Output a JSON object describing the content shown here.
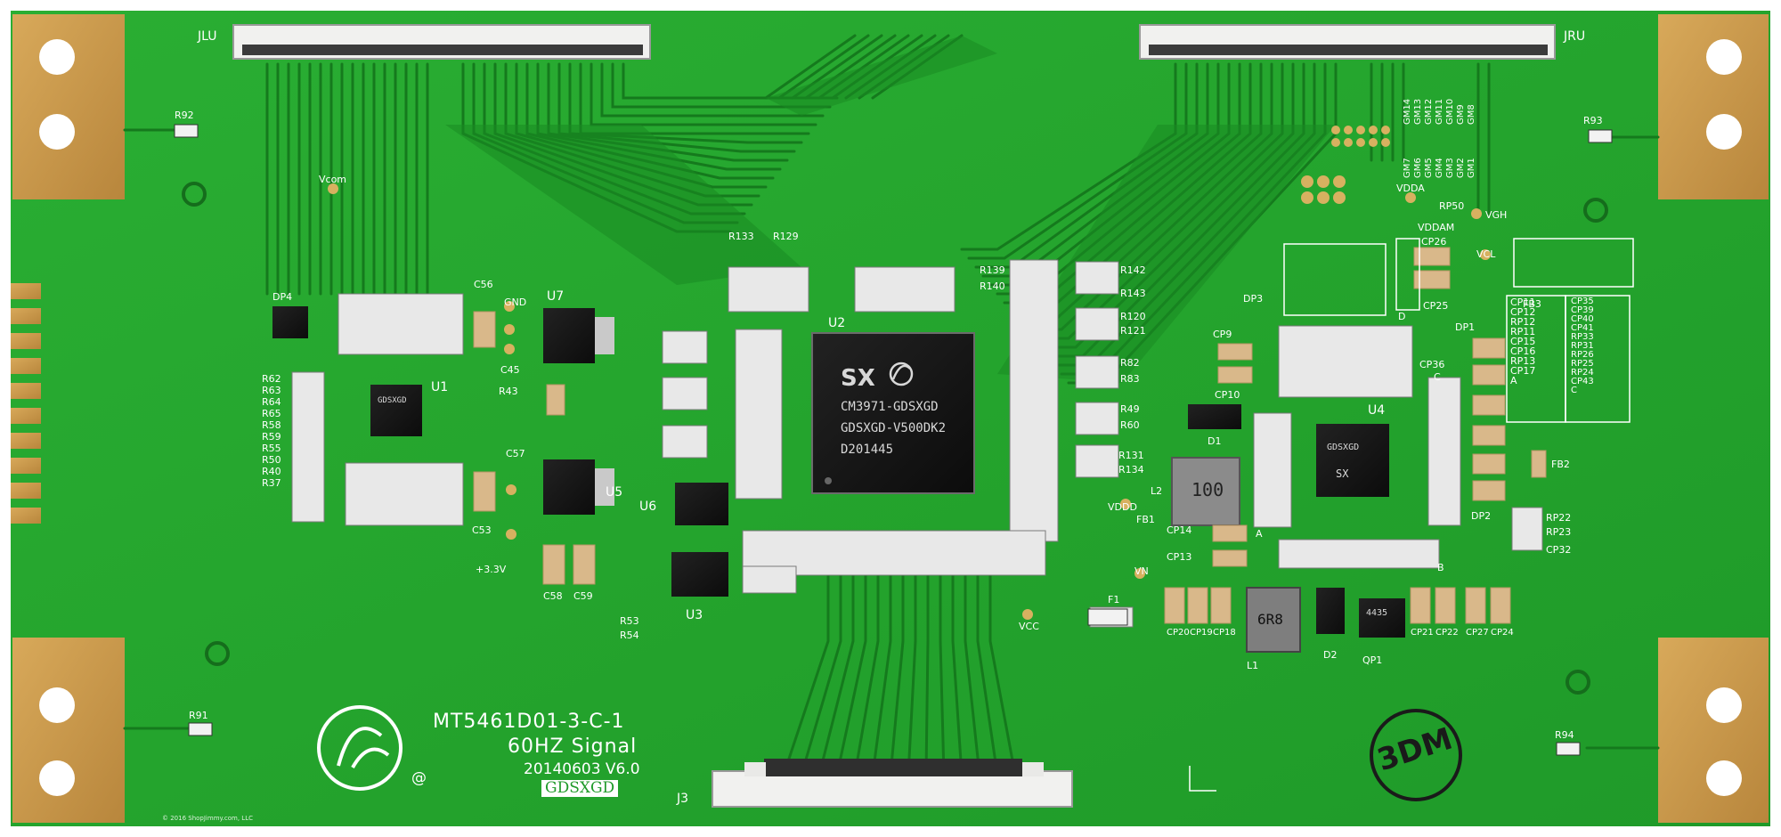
{
  "board": {
    "model": "MT5461D01-3-C-1",
    "refresh": "60HZ Signal",
    "revision": "20140603 V6.0",
    "brand_tag": "GDSXGD",
    "stamp": "3DM",
    "copyright": "© 2016 ShopJimmy.com, LLC",
    "colors": {
      "pcb": "#23a62b",
      "trace": "#167a1e",
      "silk": "#ffffff",
      "pad": "#c89a4a",
      "chip": "#151515"
    }
  },
  "connectors": {
    "left_top": "JLU",
    "right_top": "JRU",
    "bottom": "J3"
  },
  "main_chip": {
    "ref": "U2",
    "lines": [
      "SX",
      "CM3971-GDSXGD",
      "GDSXGD-V500DK2",
      "D201445"
    ]
  },
  "chips": {
    "u1": {
      "ref": "U1",
      "text": "GDSXGD"
    },
    "u4": {
      "ref": "U4",
      "text": "GDSXGD",
      "code": "SX"
    },
    "u3": "U3",
    "u5": "U5",
    "u6": "U6",
    "u7": "U7"
  },
  "test_points": [
    "Vcom",
    "GND",
    "+3.3V",
    "VCC",
    "VDDD",
    "VN",
    "VDDA",
    "VDDAM",
    "VGH",
    "VCL",
    "RP50"
  ],
  "left_resistors": [
    "R62",
    "R63",
    "R64",
    "R65",
    "R58",
    "R59",
    "R55",
    "R50",
    "R40",
    "R37"
  ],
  "cp_box_1": [
    "CP11",
    "CP12",
    "RP12",
    "RP11",
    "CP15",
    "CP16",
    "RP13",
    "CP17",
    "A"
  ],
  "cp_box_2": [
    "CP35",
    "CP39",
    "CP40",
    "CP41",
    "RP33",
    "RP31",
    "RP26",
    "RP25",
    "RP24",
    "CP43",
    "C"
  ],
  "gm_labels": [
    "GM14",
    "GM13",
    "GM12",
    "GM11",
    "GM10",
    "GM9",
    "GM8",
    "GM7",
    "GM6",
    "GM5",
    "GM4",
    "GM3",
    "GM2",
    "GM1"
  ],
  "components": {
    "r92": "R92",
    "r93": "R93",
    "r91": "R91",
    "r94": "R94",
    "dp4": "DP4",
    "dp1": "DP1",
    "dp2": "DP2",
    "dp3": "DP3",
    "l1": "L1",
    "l2": "L2",
    "d1": "D1",
    "d2": "D2",
    "qp1": "QP1",
    "fb1": "FB1",
    "fb2": "FB2",
    "fb3": "FB3",
    "f1": "F1",
    "c56": "C56",
    "c53": "C53",
    "c45": "C45",
    "c57": "C57",
    "c58": "C58",
    "c59": "C59",
    "cp9": "CP9",
    "cp10": "CP10",
    "cp13": "CP13",
    "cp14": "CP14",
    "cp20": "CP20",
    "cp19": "CP19",
    "cp18": "CP18",
    "cp21": "CP21",
    "cp22": "CP22",
    "cp27": "CP27",
    "cp24": "CP24",
    "cp25": "CP25",
    "cp26": "CP26",
    "cp36": "CP36",
    "cp32": "CP32",
    "rp22": "RP22",
    "rp23": "RP23",
    "r133": "R133",
    "r129": "R129",
    "r139": "R139",
    "r140": "R140",
    "r142": "R142",
    "r143": "R143",
    "r120": "R120",
    "r121": "R121",
    "r82": "R82",
    "r83": "R83",
    "r49": "R49",
    "r60": "R60",
    "r131": "R131",
    "r134": "R134",
    "r53": "R53",
    "r54": "R54",
    "r43": "R43",
    "l100": "100",
    "l6r8": "6R8",
    "qp1_text": "4435",
    "box_b": "B",
    "box_d": "D",
    "box_a": "A",
    "box_c": "C"
  }
}
